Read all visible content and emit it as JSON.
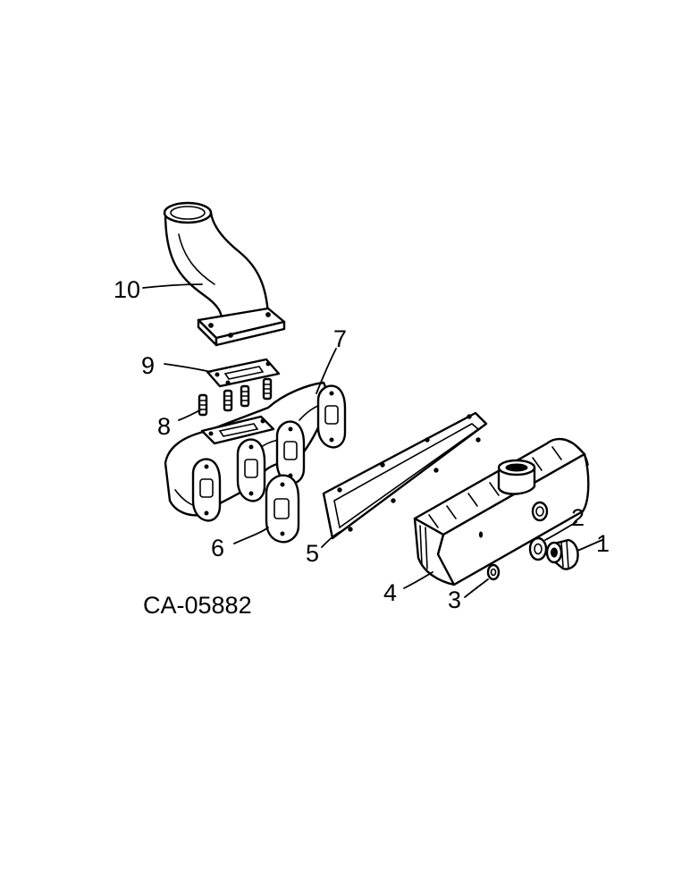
{
  "figure_id": "CA-05882",
  "callouts": {
    "c1": "1",
    "c2": "2",
    "c3": "3",
    "c4": "4",
    "c5": "5",
    "c6": "6",
    "c7": "7",
    "c8": "8",
    "c9": "9",
    "c10": "10"
  },
  "colors": {
    "ink": "#000000",
    "paper": "#ffffff"
  }
}
